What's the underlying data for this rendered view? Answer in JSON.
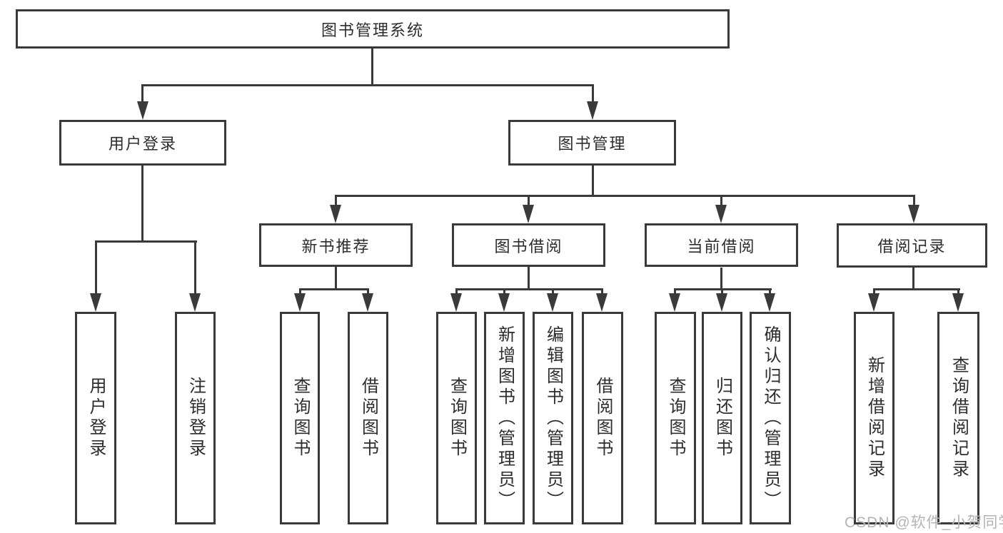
{
  "colors": {
    "line": "#3a3a3a",
    "text": "#2d2d2d",
    "background": "#ffffff",
    "watermark": "#b4b4b4"
  },
  "watermark": {
    "text": "CSDN @软件_小贺同学"
  },
  "tree": {
    "root": {
      "label": "图书管理系统"
    },
    "user_login": {
      "label": "用户登录",
      "children": [
        {
          "label": "用户登录"
        },
        {
          "label": "注销登录"
        }
      ]
    },
    "book_management": {
      "label": "图书管理",
      "modules": [
        {
          "label": "新书推荐",
          "children": [
            {
              "label": "查询图书"
            },
            {
              "label": "借阅图书"
            }
          ]
        },
        {
          "label": "图书借阅",
          "children": [
            {
              "label": "查询图书"
            },
            {
              "label": "新增图书（管理员）"
            },
            {
              "label": "编辑图书（管理员）"
            },
            {
              "label": "借阅图书"
            }
          ]
        },
        {
          "label": "当前借阅",
          "children": [
            {
              "label": "查询图书"
            },
            {
              "label": "归还图书"
            },
            {
              "label": "确认归还（管理员）"
            }
          ]
        },
        {
          "label": "借阅记录",
          "children": [
            {
              "label": "新增借阅记录"
            },
            {
              "label": "查询借阅记录"
            }
          ]
        }
      ]
    }
  }
}
